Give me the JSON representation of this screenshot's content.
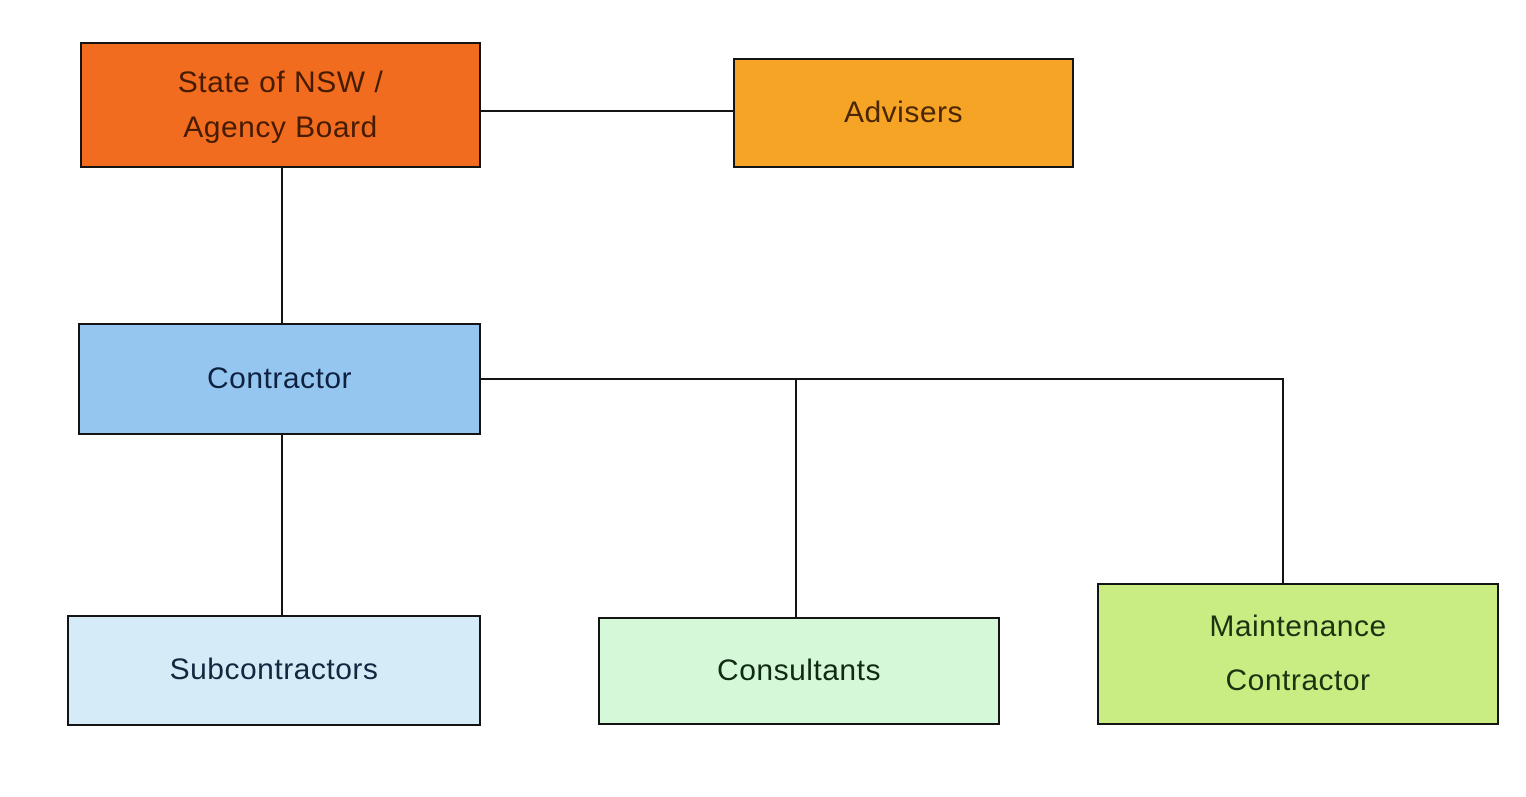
{
  "diagram": {
    "type": "org-chart",
    "background_color": "#FFFFFF",
    "edge_color": "#141414",
    "nodes": [
      {
        "id": "state-board",
        "label": "State of NSW / Agency Board",
        "lines": [
          "State of NSW /",
          "Agency Board"
        ],
        "fill": "#F26C1F",
        "text_color": "#451B02",
        "border_color": "#141414"
      },
      {
        "id": "advisers",
        "label": "Advisers",
        "lines": [
          "Advisers"
        ],
        "fill": "#F6A426",
        "text_color": "#4A2602",
        "border_color": "#141414"
      },
      {
        "id": "contractor",
        "label": "Contractor",
        "lines": [
          "Contractor"
        ],
        "fill": "#95C6F0",
        "text_color": "#0E2240",
        "border_color": "#141414"
      },
      {
        "id": "subcontractors",
        "label": "Subcontractors",
        "lines": [
          "Subcontractors"
        ],
        "fill": "#D5EBF8",
        "text_color": "#10293E",
        "border_color": "#141414"
      },
      {
        "id": "consultants",
        "label": "Consultants",
        "lines": [
          "Consultants"
        ],
        "fill": "#D5F8D8",
        "text_color": "#0F2B12",
        "border_color": "#141414"
      },
      {
        "id": "maintenance-contractor",
        "label": "Maintenance Contractor",
        "lines": [
          "Maintenance",
          "Contractor"
        ],
        "fill": "#C9ED83",
        "text_color": "#1C3312",
        "border_color": "#141414"
      }
    ],
    "edges": [
      {
        "from": "state-board",
        "to": "advisers"
      },
      {
        "from": "state-board",
        "to": "contractor"
      },
      {
        "from": "contractor",
        "to": "subcontractors"
      },
      {
        "from": "contractor",
        "to": "consultants"
      },
      {
        "from": "contractor",
        "to": "maintenance-contractor"
      }
    ]
  }
}
